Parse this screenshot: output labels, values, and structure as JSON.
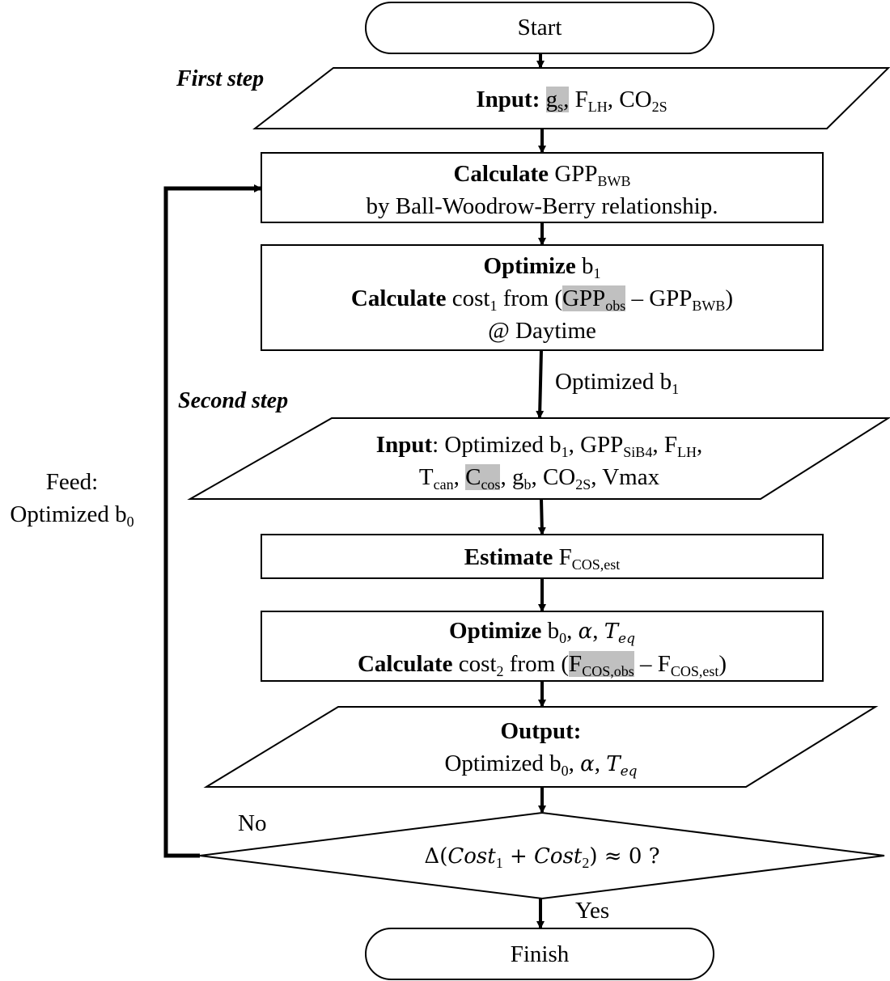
{
  "diagram": {
    "start": "Start",
    "finish": "Finish",
    "first_step_label": "First step",
    "second_step_label": "Second step",
    "input1": {
      "bold": "Input:",
      "items": [
        {
          "base": "g",
          "sub": "s",
          "highlighted": true
        },
        {
          "base": "F",
          "sub": "LH",
          "highlighted": false
        },
        {
          "base": "CO",
          "sub": "2S",
          "highlighted": false
        }
      ]
    },
    "calc_gpp": {
      "bold": "Calculate",
      "var_base": "GPP",
      "var_sub": "BWB",
      "line2": "by Ball-Woodrow-Berry relationship."
    },
    "optimize_b1": {
      "bold1": "Optimize",
      "param_base": "b",
      "param_sub": "1",
      "bold2": "Calculate",
      "cost_base": "cost",
      "cost_sub": "1",
      "from": "from (",
      "obs_base": "GPP",
      "obs_sub": "obs",
      "minus": " – ",
      "est_base": "GPP",
      "est_sub": "BWB",
      "close": ")",
      "line3": "@ Daytime"
    },
    "arrow_label_b1": {
      "base": "Optimized b",
      "sub": "1"
    },
    "input2": {
      "bold": "Input",
      "colon": ": ",
      "line1": [
        {
          "base": "Optimized b",
          "sub": "1",
          "highlighted": false
        },
        {
          "base": "GPP",
          "sub": "SiB4",
          "highlighted": false
        },
        {
          "base": "F",
          "sub": "LH",
          "highlighted": false
        }
      ],
      "line2": [
        {
          "base": "T",
          "sub": "can",
          "highlighted": false
        },
        {
          "base": "C",
          "sub": "cos",
          "highlighted": true
        },
        {
          "base": "g",
          "sub": "b",
          "highlighted": false
        },
        {
          "base": "CO",
          "sub": "2S",
          "highlighted": false
        },
        {
          "base": "Vmax",
          "sub": "",
          "highlighted": false
        }
      ]
    },
    "estimate": {
      "bold": "Estimate",
      "var_base": "F",
      "var_sub": "COS,est"
    },
    "optimize_b0": {
      "bold1": "Optimize",
      "param_base": "b",
      "param_sub": "0",
      "alpha": "α",
      "teq_base": "T",
      "teq_sub": "eq",
      "bold2": "Calculate",
      "cost_base": "cost",
      "cost_sub": "2",
      "from": "from (",
      "obs_base": "F",
      "obs_sub": "COS,obs",
      "minus": " – ",
      "est_base": "F",
      "est_sub": "COS,est",
      "close": ")"
    },
    "output": {
      "bold": "Output:",
      "line2_prefix": "Optimized b",
      "line2_sub": "0",
      "alpha": "α",
      "teq_base": "T",
      "teq_sub": "eq"
    },
    "decision": {
      "delta": "Δ(",
      "cost1_base": "Cost",
      "cost1_sub": "1",
      "plus": " + ",
      "cost2_base": "Cost",
      "cost2_sub": "2",
      "tail": ") ≈ 0 ?"
    },
    "no_label": "No",
    "yes_label": "Yes",
    "feed_label": {
      "line1": "Feed:",
      "line2_base": "Optimized b",
      "line2_sub": "0"
    }
  }
}
